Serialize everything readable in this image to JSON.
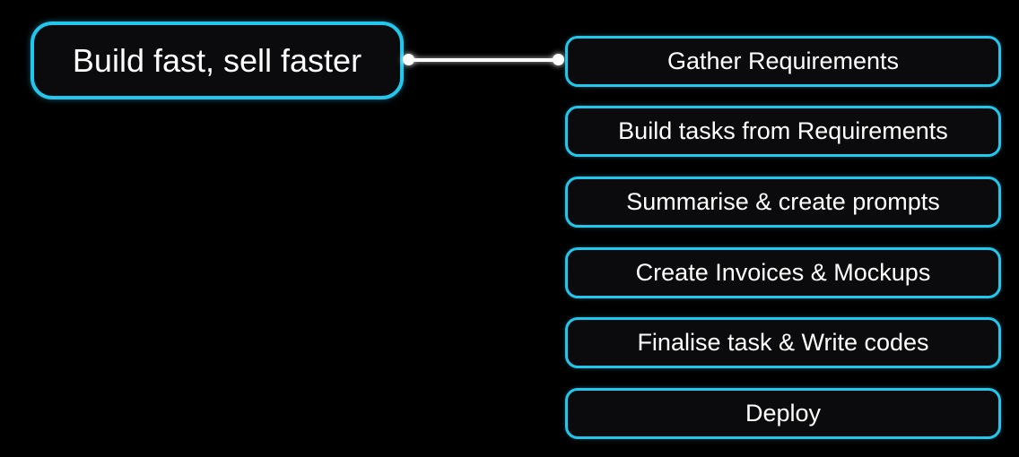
{
  "colors": {
    "background": "#000000",
    "node_border": "#22c7ee",
    "node_fill": "#0b0b0d",
    "text": "#ffffff",
    "connector": "#ffffff"
  },
  "mindmap": {
    "root": {
      "label": "Build fast, sell faster"
    },
    "children": [
      {
        "label": "Gather Requirements"
      },
      {
        "label": "Build tasks from Requirements"
      },
      {
        "label": "Summarise & create prompts"
      },
      {
        "label": "Create Invoices & Mockups"
      },
      {
        "label": "Finalise task & Write codes"
      },
      {
        "label": "Deploy"
      }
    ]
  }
}
